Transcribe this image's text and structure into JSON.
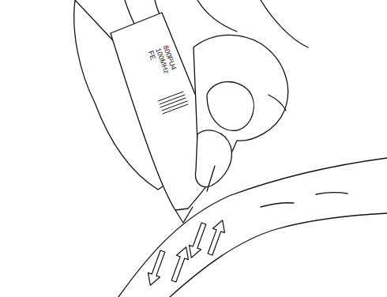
{
  "diagram": {
    "labels": [
      "800PU4",
      "100MHz",
      "FE"
    ]
  }
}
